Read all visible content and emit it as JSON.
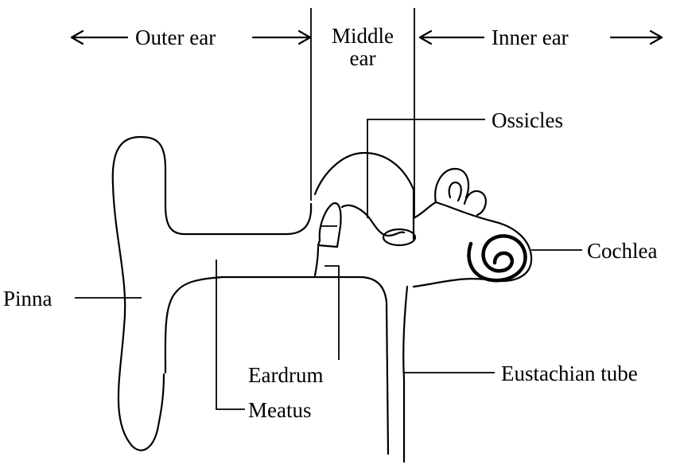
{
  "labels": {
    "outer_ear": "Outer ear",
    "middle_ear_line1": "Middle",
    "middle_ear_line2": "ear",
    "inner_ear": "Inner ear",
    "ossicles": "Ossicles",
    "cochlea": "Cochlea",
    "pinna": "Pinna",
    "eardrum": "Eardrum",
    "eustachian_tube": "Eustachian tube",
    "meatus": "Meatus"
  }
}
